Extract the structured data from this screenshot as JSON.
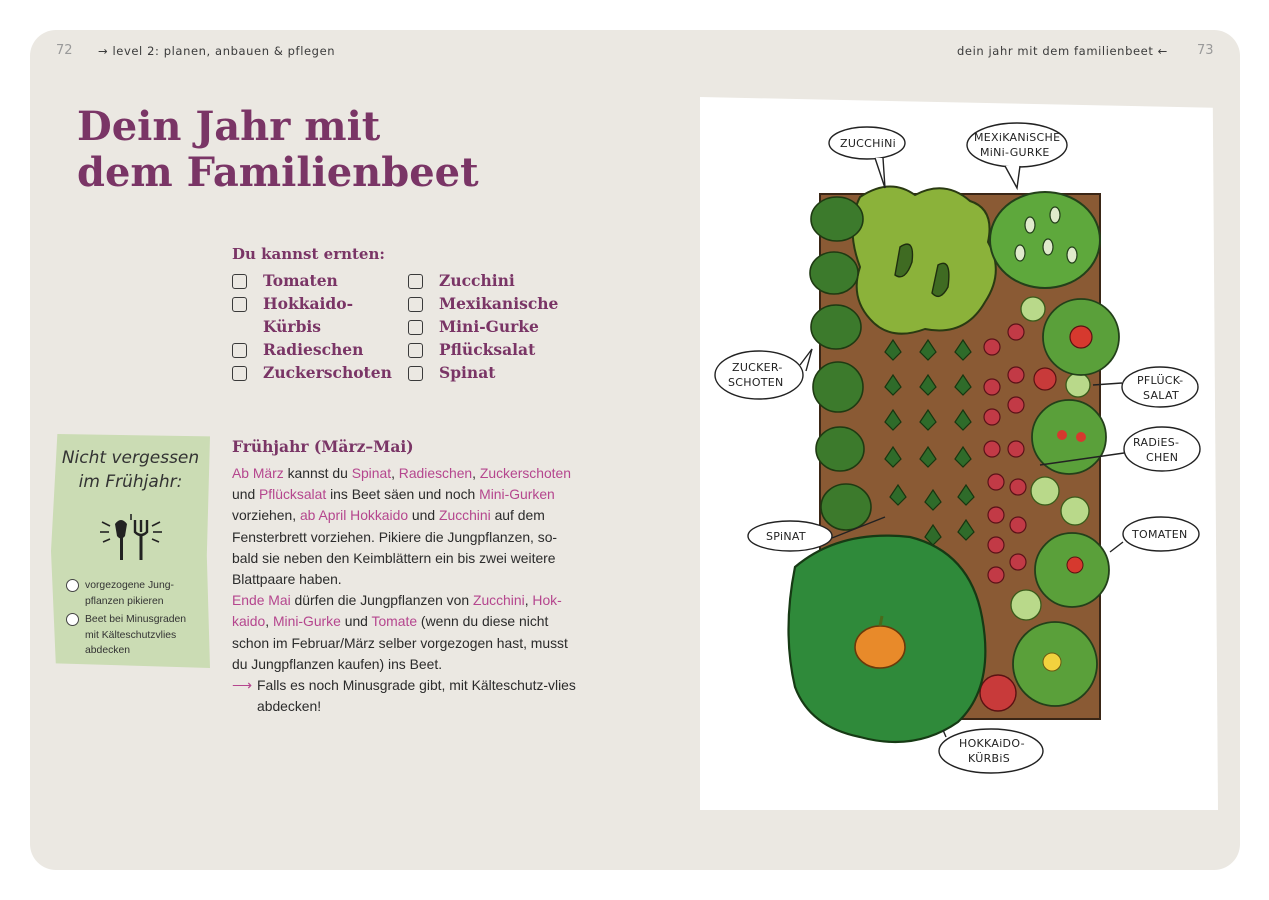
{
  "header": {
    "left_page_number": "72",
    "left_running_head": "→ level 2: planen, anbauen & pflegen",
    "right_running_head": "dein jahr mit dem familienbeet ←",
    "right_page_number": "73"
  },
  "title": {
    "line1": "Dein Jahr mit",
    "line2": "dem Familienbeet"
  },
  "harvest": {
    "heading": "Du kannst ernten:",
    "col1": [
      "Tomaten",
      "Hokkaido-",
      "Kürbis",
      "Radieschen",
      "Zuckerschoten"
    ],
    "col2": [
      "Zucchini",
      "Mexikanische",
      "Mini-Gurke",
      "Pflücksalat",
      "Spinat"
    ]
  },
  "reminder": {
    "title_line1": "Nicht vergessen",
    "title_line2": "im Frühjahr:",
    "icon": "garden-tools-icon",
    "item1": "vorgezogene Jung-pflanzen pikieren",
    "item1_l1": "vorgezogene Jung-",
    "item1_l2": "pflanzen pikieren",
    "item2_l1": "Beet bei Minusgraden",
    "item2_l2": "mit Kälteschutzvlies",
    "item2_l3": "abdecken"
  },
  "season": {
    "heading": "Frühjahr (März–Mai)",
    "p1": [
      {
        "t": "Ab März",
        "hl": true
      },
      {
        "t": " kannst du ",
        "hl": false
      },
      {
        "t": "Spinat",
        "hl": true
      },
      {
        "t": ", ",
        "hl": false
      },
      {
        "t": "Radieschen",
        "hl": true
      },
      {
        "t": ", ",
        "hl": false
      },
      {
        "t": "Zuckerschoten",
        "hl": true
      },
      {
        "t": " und ",
        "hl": false
      },
      {
        "t": "Pflücksalat",
        "hl": true
      },
      {
        "t": " ins Beet säen und noch ",
        "hl": false
      },
      {
        "t": "Mini-Gurken",
        "hl": true
      },
      {
        "t": " vorziehen, ",
        "hl": false
      },
      {
        "t": "ab April",
        "hl": true
      },
      {
        "t": " ",
        "hl": false
      },
      {
        "t": "Hokkaido",
        "hl": true
      },
      {
        "t": " und ",
        "hl": false
      },
      {
        "t": "Zucchini",
        "hl": true
      },
      {
        "t": " auf dem Fensterbrett vorziehen. Pikiere die Jungpflanzen, so-bald sie neben den Keimblättern ein bis zwei weitere Blattpaare haben.",
        "hl": false
      }
    ],
    "p2": [
      {
        "t": "Ende Mai",
        "hl": true
      },
      {
        "t": " dürfen die Jungpflanzen von ",
        "hl": false
      },
      {
        "t": "Zucchini",
        "hl": true
      },
      {
        "t": ", ",
        "hl": false
      },
      {
        "t": "Hok-kaido",
        "hl": true
      },
      {
        "t": ", ",
        "hl": false
      },
      {
        "t": "Mini-Gurke",
        "hl": true
      },
      {
        "t": " und ",
        "hl": false
      },
      {
        "t": "Tomate",
        "hl": true
      },
      {
        "t": " (wenn du diese nicht schon im Februar/März selber vorgezogen hast, musst du Jungpflanzen kaufen) ins Beet.",
        "hl": false
      }
    ],
    "arrow": "⟶",
    "note": "Falls es noch Minusgrade gibt, mit Kälteschutz-vlies abdecken!"
  },
  "illustration": {
    "labels": {
      "zucchini": "ZUCCHiNi",
      "gurke_l1": "MEXiKANiSCHE",
      "gurke_l2": "MiNi-GURKE",
      "zucker_l1": "ZUCKER-",
      "zucker_l2": "SCHOTEN",
      "salat_l1": "PFLÜCK-",
      "salat_l2": "SALAT",
      "radies_l1": "RADiES-",
      "radies_l2": "CHEN",
      "spinat": "SPiNAT",
      "tomaten": "TOMATEN",
      "kuerbis_l1": "HOKKAiDO-",
      "kuerbis_l2": "KÜRBiS"
    }
  },
  "colors": {
    "accent": "#7a3566",
    "highlight": "#b5468e",
    "spread_bg": "#ebe8e2",
    "reminder_bg": "#cbdcb4",
    "soil": "#8a5a34"
  }
}
